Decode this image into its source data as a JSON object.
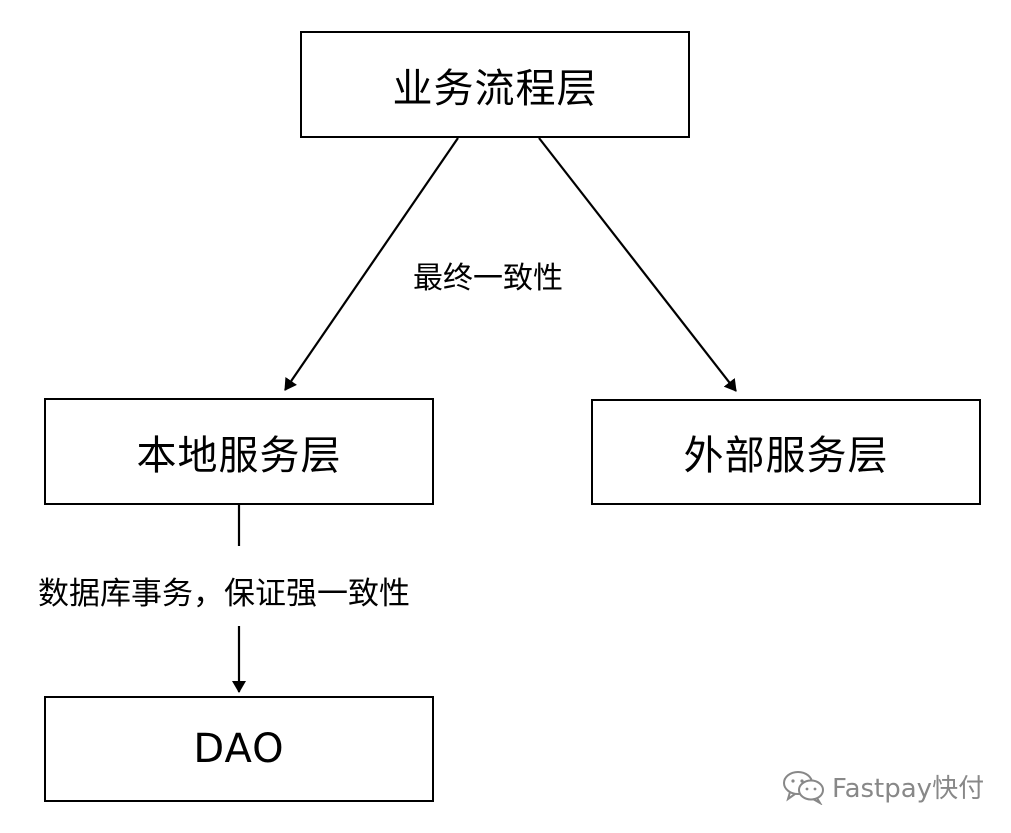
{
  "boxes": {
    "business_flow": "业务流程层",
    "local_service": "本地服务层",
    "external_service": "外部服务层",
    "dao": "DAO"
  },
  "labels": {
    "eventual_consistency": "最终一致性",
    "db_transaction": "数据库事务，保证强一致性"
  },
  "watermark": {
    "icon": "wechat-icon",
    "text": "Fastpay快付"
  },
  "colors": {
    "line": "#000000",
    "watermark": "#888888"
  }
}
